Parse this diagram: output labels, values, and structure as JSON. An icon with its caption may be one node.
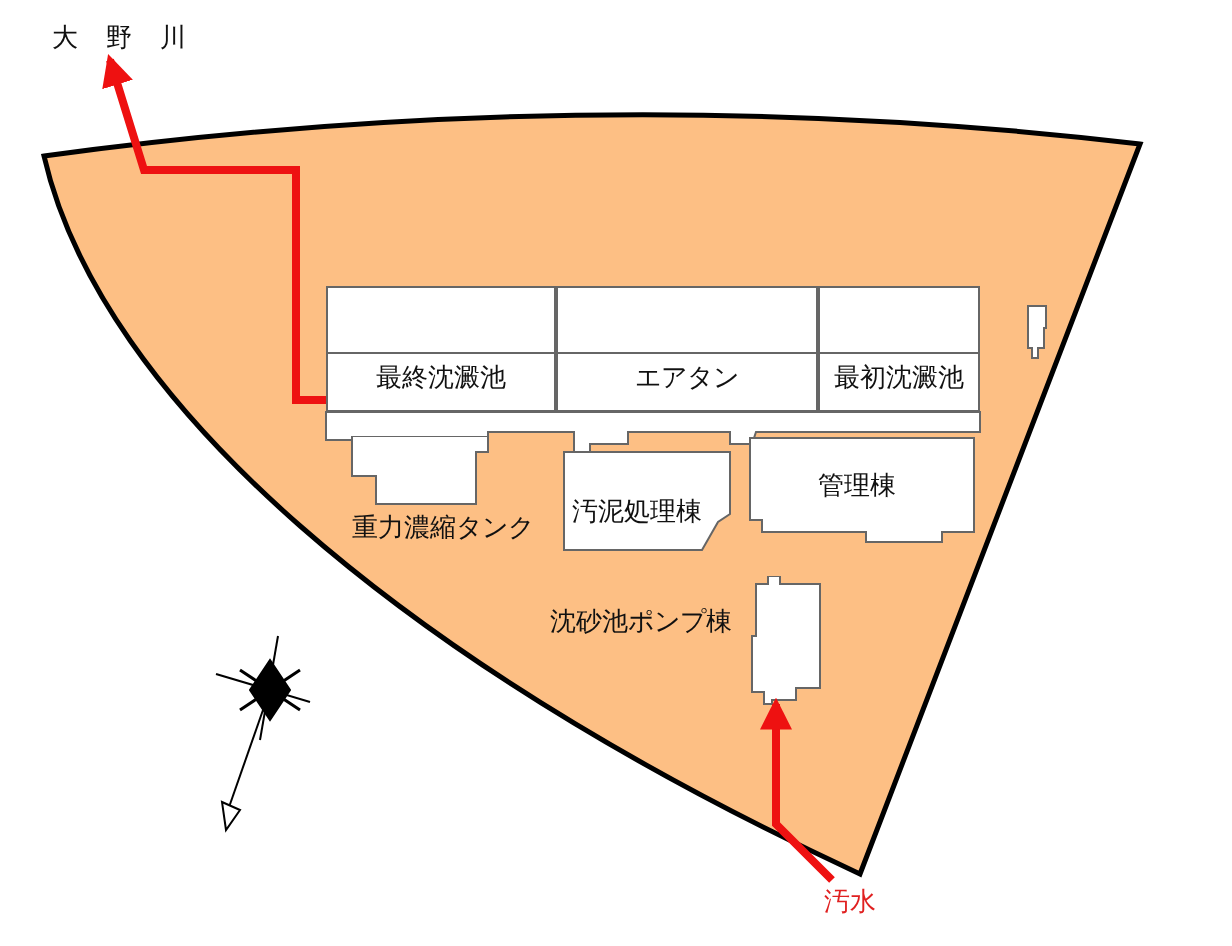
{
  "diagram": {
    "nodes": [
      {
        "text": [
          "大野川"
        ]
      },
      {
        "text": [
          "最終沈澱池"
        ]
      },
      {
        "text": [
          "エアタン"
        ]
      },
      {
        "text": [
          "最初沈澱池"
        ]
      },
      {
        "text": [],
        "shape": "box"
      },
      {
        "text": [],
        "shape": "box"
      },
      {
        "text": [
          "重力濃縮タンク"
        ]
      },
      {
        "text": [
          "汚泥処理棟"
        ]
      },
      {
        "text": [
          "管理棟"
        ]
      },
      {
        "text": [
          "沈砂池ポンプ棟"
        ]
      },
      {
        "text": [
          "汚水"
        ]
      }
    ],
    "edges": [
      {
        "from": 1,
        "to": 0,
        "arrow": "to"
      },
      {
        "from": 10,
        "to": 9,
        "arrow": "to"
      }
    ]
  }
}
